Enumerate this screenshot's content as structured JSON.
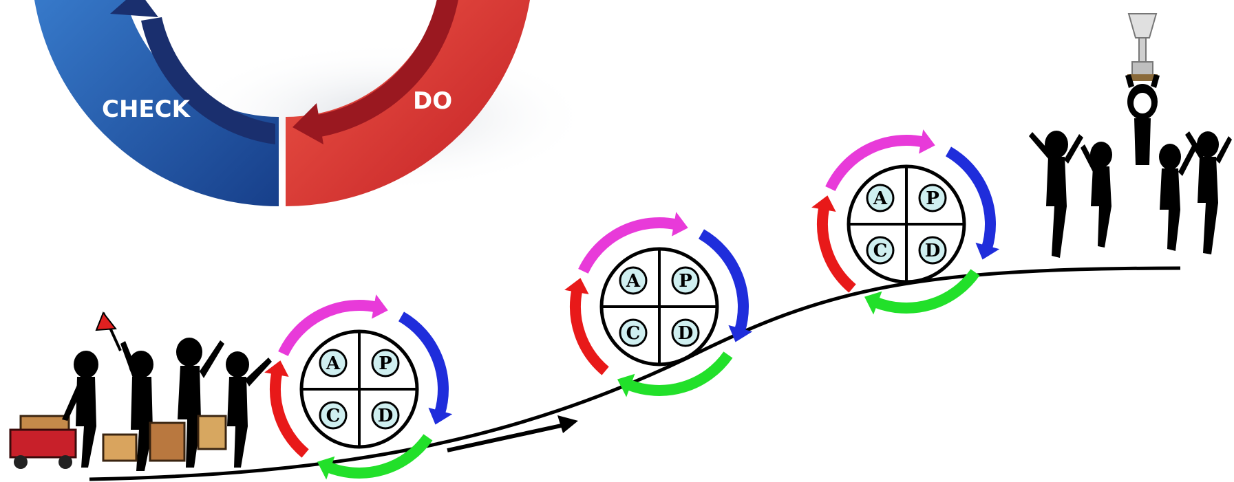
{
  "big_cycle": {
    "labels": {
      "check": "CHECK",
      "do": "DO"
    },
    "colors": {
      "check": "#1f5fa8",
      "check_dark": "#14306b",
      "do": "#d8302e",
      "do_dark": "#a51b22"
    }
  },
  "wheels": [
    {
      "quadrants": [
        "A",
        "P",
        "C",
        "D"
      ]
    },
    {
      "quadrants": [
        "A",
        "P",
        "C",
        "D"
      ]
    },
    {
      "quadrants": [
        "A",
        "P",
        "C",
        "D"
      ]
    }
  ],
  "arc_colors": {
    "top": "#e83ad9",
    "right": "#1f2ddb",
    "bottom": "#22e02a",
    "left": "#e81919"
  },
  "figures": {
    "start_group": "team-with-briefcases",
    "end_group": "celebrating-team-with-trophy"
  }
}
